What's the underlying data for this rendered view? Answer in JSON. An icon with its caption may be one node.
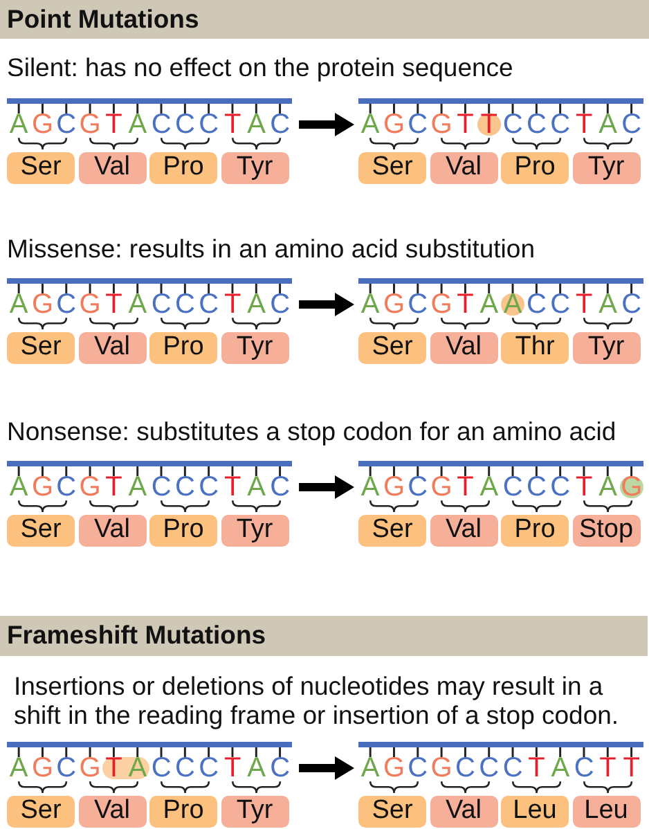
{
  "diagram": {
    "nodes": [
      {
        "text": [
          "Point Mutations"
        ]
      },
      {
        "text": [
          "AGC",
          "GTA",
          "CCC",
          "TAC"
        ]
      },
      {
        "text": [
          "Ser"
        ]
      },
      {
        "text": [
          "Val"
        ]
      },
      {
        "text": [
          "Pro"
        ]
      },
      {
        "text": [
          "Tyr"
        ]
      },
      {
        "text": [
          "AGC",
          "GTT",
          "CCC",
          "TAC"
        ]
      },
      {
        "text": [
          "Ser"
        ]
      },
      {
        "text": [
          "Val"
        ]
      },
      {
        "text": [
          "Pro"
        ]
      },
      {
        "text": [
          "Tyr"
        ]
      },
      {
        "text": [
          "AGC",
          "GTA",
          "CCC",
          "TAC"
        ]
      },
      {
        "text": [
          "Ser"
        ]
      },
      {
        "text": [
          "Val"
        ]
      },
      {
        "text": [
          "Pro"
        ]
      },
      {
        "text": [
          "Tyr"
        ]
      },
      {
        "text": [
          "AGC",
          "GTA",
          "ACC",
          "TAC"
        ]
      },
      {
        "text": [
          "Ser"
        ]
      },
      {
        "text": [
          "Val"
        ]
      },
      {
        "text": [
          "Thr"
        ]
      },
      {
        "text": [
          "Tyr"
        ]
      },
      {
        "text": [
          "AGC",
          "GTA",
          "CCC",
          "TAC"
        ]
      },
      {
        "text": [
          "Ser"
        ]
      },
      {
        "text": [
          "Val"
        ]
      },
      {
        "text": [
          "Pro"
        ]
      },
      {
        "text": [
          "Tyr"
        ]
      },
      {
        "text": [
          "AGC",
          "GTA",
          "CCC",
          "TAG"
        ]
      },
      {
        "text": [
          "Ser"
        ]
      },
      {
        "text": [
          "Val"
        ]
      },
      {
        "text": [
          "Pro"
        ]
      },
      {
        "text": [
          "Stop"
        ]
      },
      {
        "text": [
          "Frameshift Mutations"
        ]
      },
      {
        "text": [
          "AGC",
          "GTA",
          "CCC",
          "TAC"
        ]
      },
      {
        "text": [
          "Ser"
        ]
      },
      {
        "text": [
          "Val"
        ]
      },
      {
        "text": [
          "Pro"
        ]
      },
      {
        "text": [
          "Tyr"
        ]
      },
      {
        "text": [
          "AGC",
          "GCC",
          "CTA",
          "CTT"
        ]
      },
      {
        "text": [
          "Ser"
        ]
      },
      {
        "text": [
          "Val"
        ]
      },
      {
        "text": [
          "Leu"
        ]
      },
      {
        "text": [
          "Leu"
        ]
      }
    ],
    "edges": [
      {
        "from": 1,
        "to": 6,
        "arrow": "to"
      },
      {
        "from": 11,
        "to": 16,
        "arrow": "to"
      },
      {
        "from": 21,
        "to": 26,
        "arrow": "to"
      },
      {
        "from": 32,
        "to": 37,
        "arrow": "to"
      }
    ],
    "labels": [
      "Silent: has no effect on the protein sequence",
      "Missense: results in an amino acid substitution",
      "Nonsense: substitutes a stop codon for an amino acid",
      "Insertions or deletions of nucleotides may result in a shift in the reading frame or insertion of a stop codon."
    ]
  }
}
